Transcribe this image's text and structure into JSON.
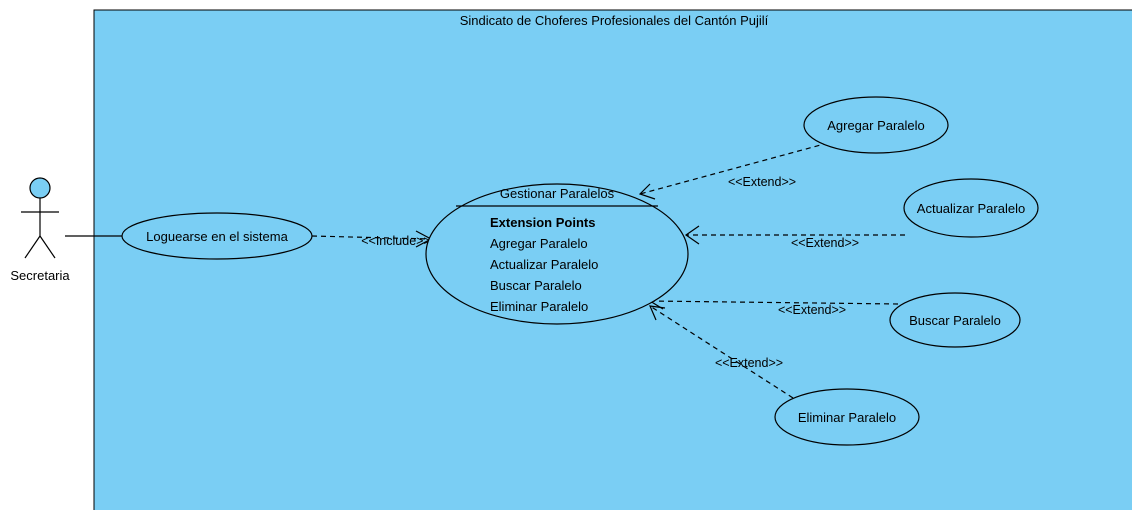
{
  "system": {
    "title": "Sindicato de Choferes Profesionales del Cantón Pujilí",
    "fill": "#7ACEF4"
  },
  "actor": {
    "name": "Secretaria",
    "head_fill": "#7ACEF4"
  },
  "use_cases": {
    "login": "Loguearse en el sistema",
    "manage": "Gestionar Paralelos",
    "add": "Agregar Paralelo",
    "update": "Actualizar Paralelo",
    "search": "Buscar Paralelo",
    "delete": "Eliminar Paralelo"
  },
  "extension_points": {
    "header": "Extension Points",
    "items": [
      "Agregar Paralelo",
      "Actualizar Paralelo",
      "Buscar Paralelo",
      "Eliminar Paralelo"
    ]
  },
  "relations": {
    "include": "<<Include>>",
    "extend": "<<Extend>>"
  }
}
